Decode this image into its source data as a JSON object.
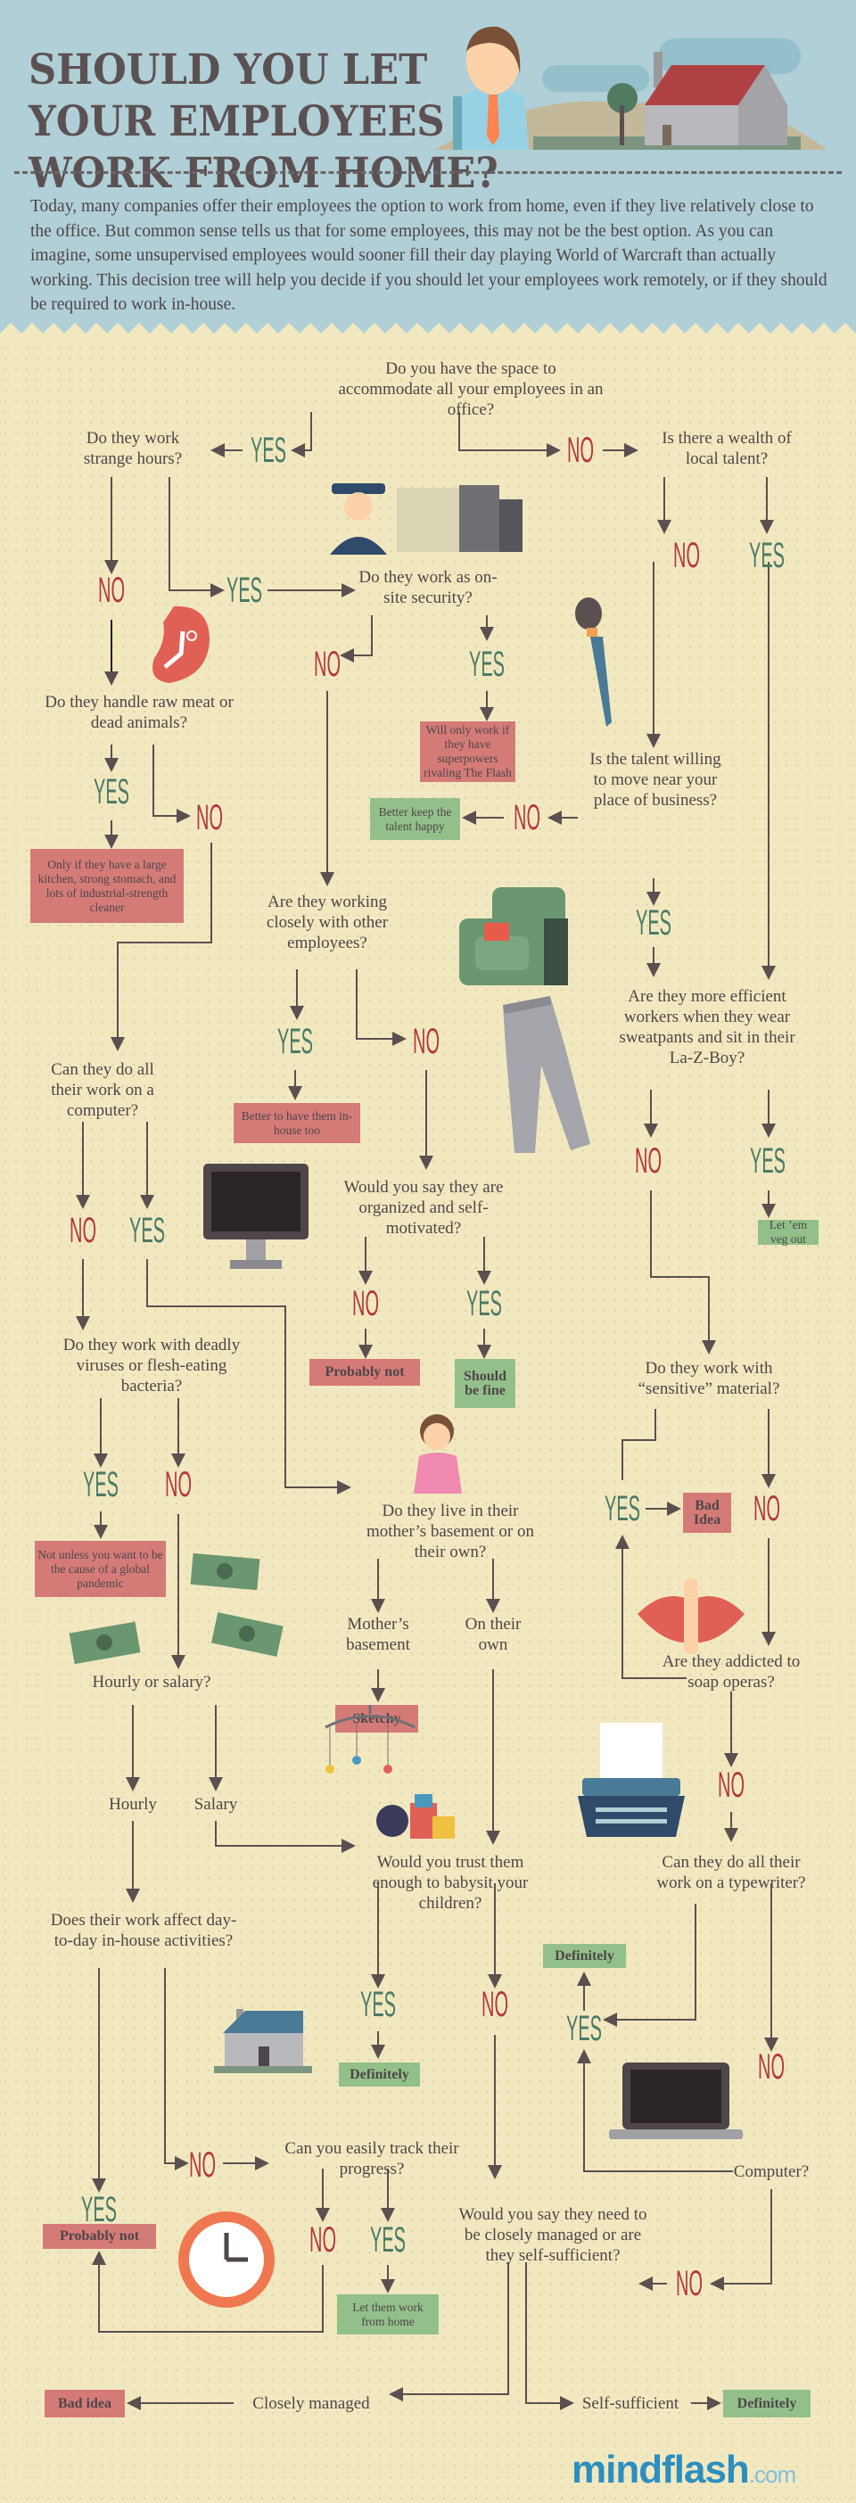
{
  "header": {
    "title_lines": [
      "SHOULD YOU LET",
      "YOUR EMPLOYEES",
      "WORK FROM HOME?"
    ],
    "intro": "Today, many companies offer their employees the option to work from home, even if they live relatively close to the office. But common sense tells us that for some employees, this may not be the best option. As you can imagine, some unsupervised employees would sooner fill their day playing World of Warcraft than actually working. This decision tree will help you decide if you should let your employees work remotely, or if they should be required to work in-house."
  },
  "labels": {
    "yes": "YES",
    "no": "NO"
  },
  "questions": {
    "space": "Do you have the space to accommodate all your employees in an office?",
    "strange_hours": "Do they work strange hours?",
    "local_talent": "Is there a wealth of local talent?",
    "security": "Do they work as on-site security?",
    "raw_meat": "Do they handle raw meat or dead animals?",
    "talent_move": "Is the talent willing to move near your place of business?",
    "working_closely": "Are they working closely with other employees?",
    "sweatpants": "Are they more efficient workers when they wear sweatpants and sit in their La-Z-Boy?",
    "computer": "Can they do all their work on a computer?",
    "organized": "Would you say they are organized and self-motivated?",
    "viruses": "Do they work with deadly viruses or flesh-eating bacteria?",
    "sensitive": "Do they work with “sensitive” material?",
    "basement": "Do they live in their mother’s basement or on their own?",
    "soap": "Are they addicted to soap operas?",
    "hourly": "Hourly or salary?",
    "babysit": "Would you trust them enough to babysit your children?",
    "typewriter": "Can they do all their work on a typewriter?",
    "day_to_day": "Does their work affect day-to-day in-house activities?",
    "track": "Can you easily track their progress?",
    "computer2": "Computer?",
    "managed": "Would you say they need to be closely managed or are they self-sufficient?"
  },
  "options": {
    "mothers_basement": "Mother’s basement",
    "on_their_own": "On their own",
    "hourly": "Hourly",
    "salary": "Salary",
    "closely_managed": "Closely managed",
    "self_sufficient": "Self-sufficient"
  },
  "outcomes": {
    "flash": "Will only work if they have superpowers rivaling The Flash",
    "talent_happy": "Better keep the talent happy",
    "kitchen": "Only if they have a large kitchen, strong stomach, and lots of industrial-strength cleaner",
    "in_house_too": "Better to have them in-house too",
    "veg_out": "Let ’em veg out",
    "probably_not_1": "Probably not",
    "should_be_fine": "Should be fine",
    "bad_idea_1": "Bad Idea",
    "pandemic": "Not unless you want to be the cause of a global pandemic",
    "sketchy": "Sketchy",
    "definitely_1": "Definitely",
    "definitely_2": "Definitely",
    "probably_not_2": "Probably not",
    "work_from_home": "Let them work from home",
    "bad_idea_2": "Bad idea",
    "definitely_3": "Definitely"
  },
  "logo": {
    "name": "mindflash",
    "suffix": ".com"
  },
  "colors": {
    "header": "#b0cfd6",
    "background": "#f2e8c0",
    "yes": "#4b7a66",
    "no": "#b2393c",
    "red_box": "#d47b78",
    "green_box": "#93c08a"
  }
}
